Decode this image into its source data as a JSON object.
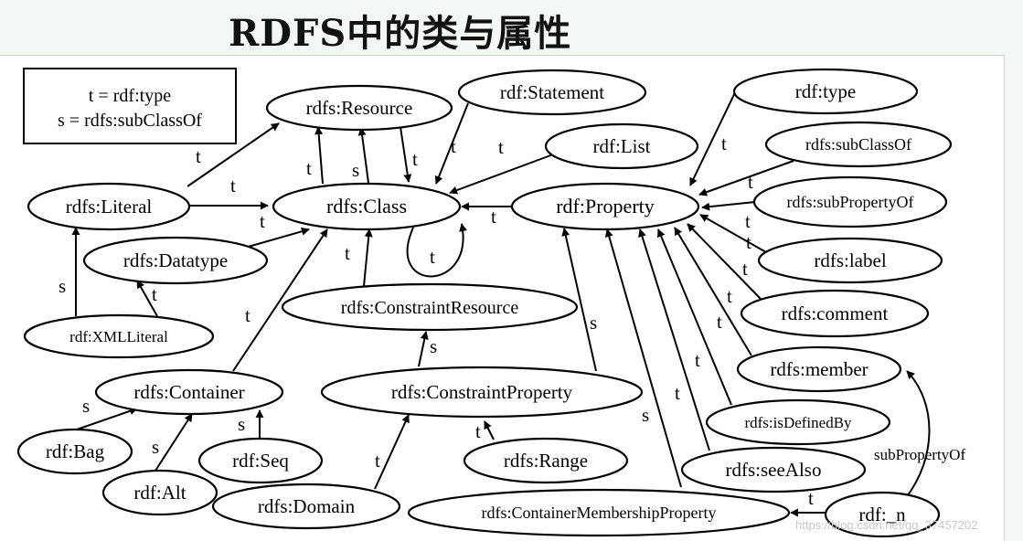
{
  "title": "RDFS中的类与属性",
  "legend": {
    "line1": "t = rdf:type",
    "line2": "s = rdfs:subClassOf"
  },
  "nodes": {
    "resource": "rdfs:Resource",
    "statement": "rdf:Statement",
    "list": "rdf:List",
    "class": "rdfs:Class",
    "literal": "rdfs:Literal",
    "datatype": "rdfs:Datatype",
    "xmlliteral": "rdf:XMLLiteral",
    "constraint_resource": "rdfs:ConstraintResource",
    "container": "rdfs:Container",
    "bag": "rdf:Bag",
    "alt": "rdf:Alt",
    "seq": "rdf:Seq",
    "domain": "rdfs:Domain",
    "constraint_property": "rdfs:ConstraintProperty",
    "range": "rdfs:Range",
    "container_membership_property": "rdfs:ContainerMembershipProperty",
    "property": "rdf:Property",
    "type": "rdf:type",
    "subclassof": "rdfs:subClassOf",
    "subpropertyof": "rdfs:subPropertyOf",
    "label": "rdfs:label",
    "comment": "rdfs:comment",
    "member": "rdfs:member",
    "isdefinedby": "rdfs:isDefinedBy",
    "seealso": "rdfs:seeAlso",
    "rdf_n": "rdf:_n"
  },
  "edge_labels": {
    "t": "t",
    "s": "s",
    "subpropertyof": "subPropertyOf"
  },
  "watermark": "https://blog.csdn.net/qq_37457202"
}
